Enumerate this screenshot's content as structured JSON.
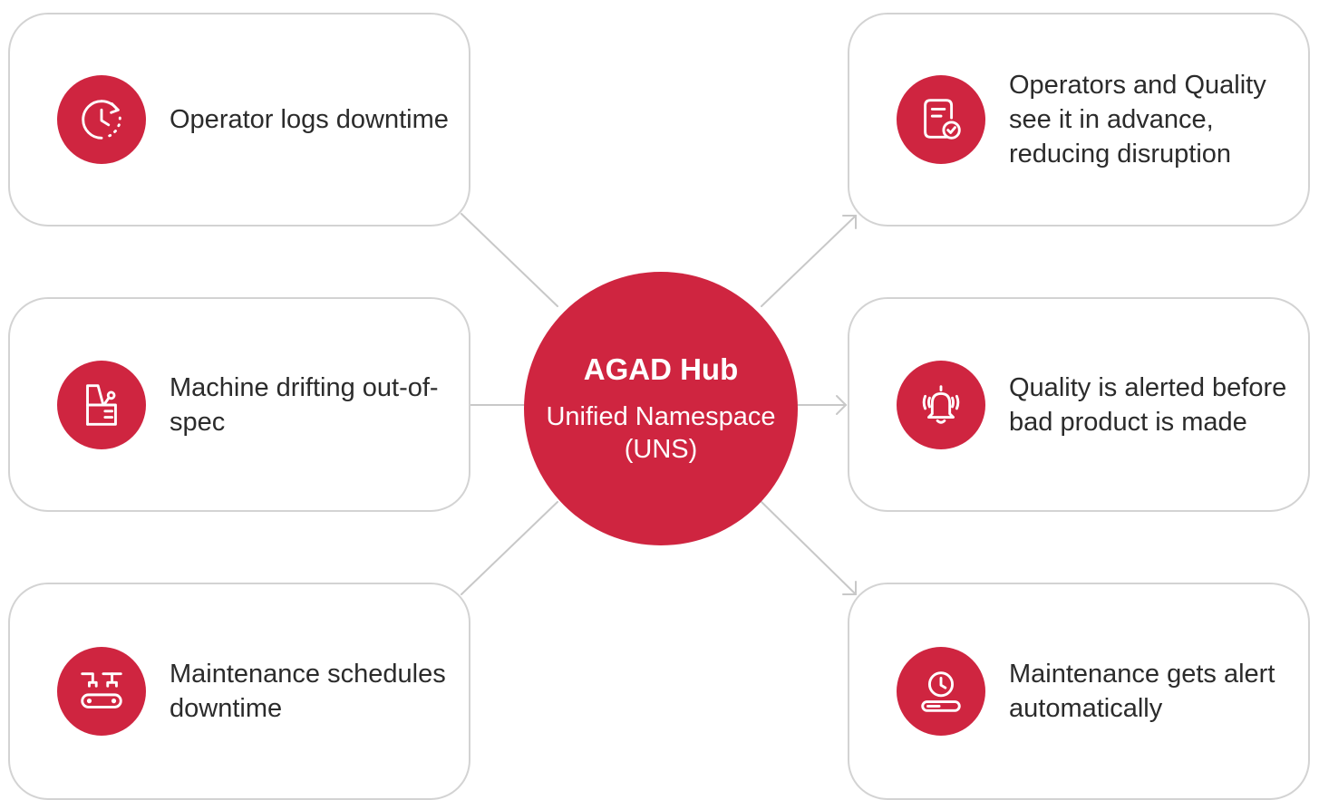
{
  "hub": {
    "title": "AGAD Hub",
    "subtitle": "Unified Namespace (UNS)"
  },
  "inputs": [
    {
      "label": "Operator logs downtime",
      "icon": "clock-refresh-icon"
    },
    {
      "label": "Machine drifting out-of-spec",
      "icon": "machine-gauge-icon"
    },
    {
      "label": "Maintenance schedules downtime",
      "icon": "conveyor-robot-icon"
    }
  ],
  "outputs": [
    {
      "label": "Operators and Quality see it in advance, reducing disruption",
      "icon": "document-check-icon"
    },
    {
      "label": "Quality is alerted before bad product is made",
      "icon": "bell-alert-icon"
    },
    {
      "label": "Maintenance gets alert automatically",
      "icon": "clock-bar-icon"
    }
  ],
  "colors": {
    "accent": "#cf2540",
    "card_border": "#d3d3d3",
    "connector": "#c8c8c8",
    "text": "#2b2b2b"
  }
}
